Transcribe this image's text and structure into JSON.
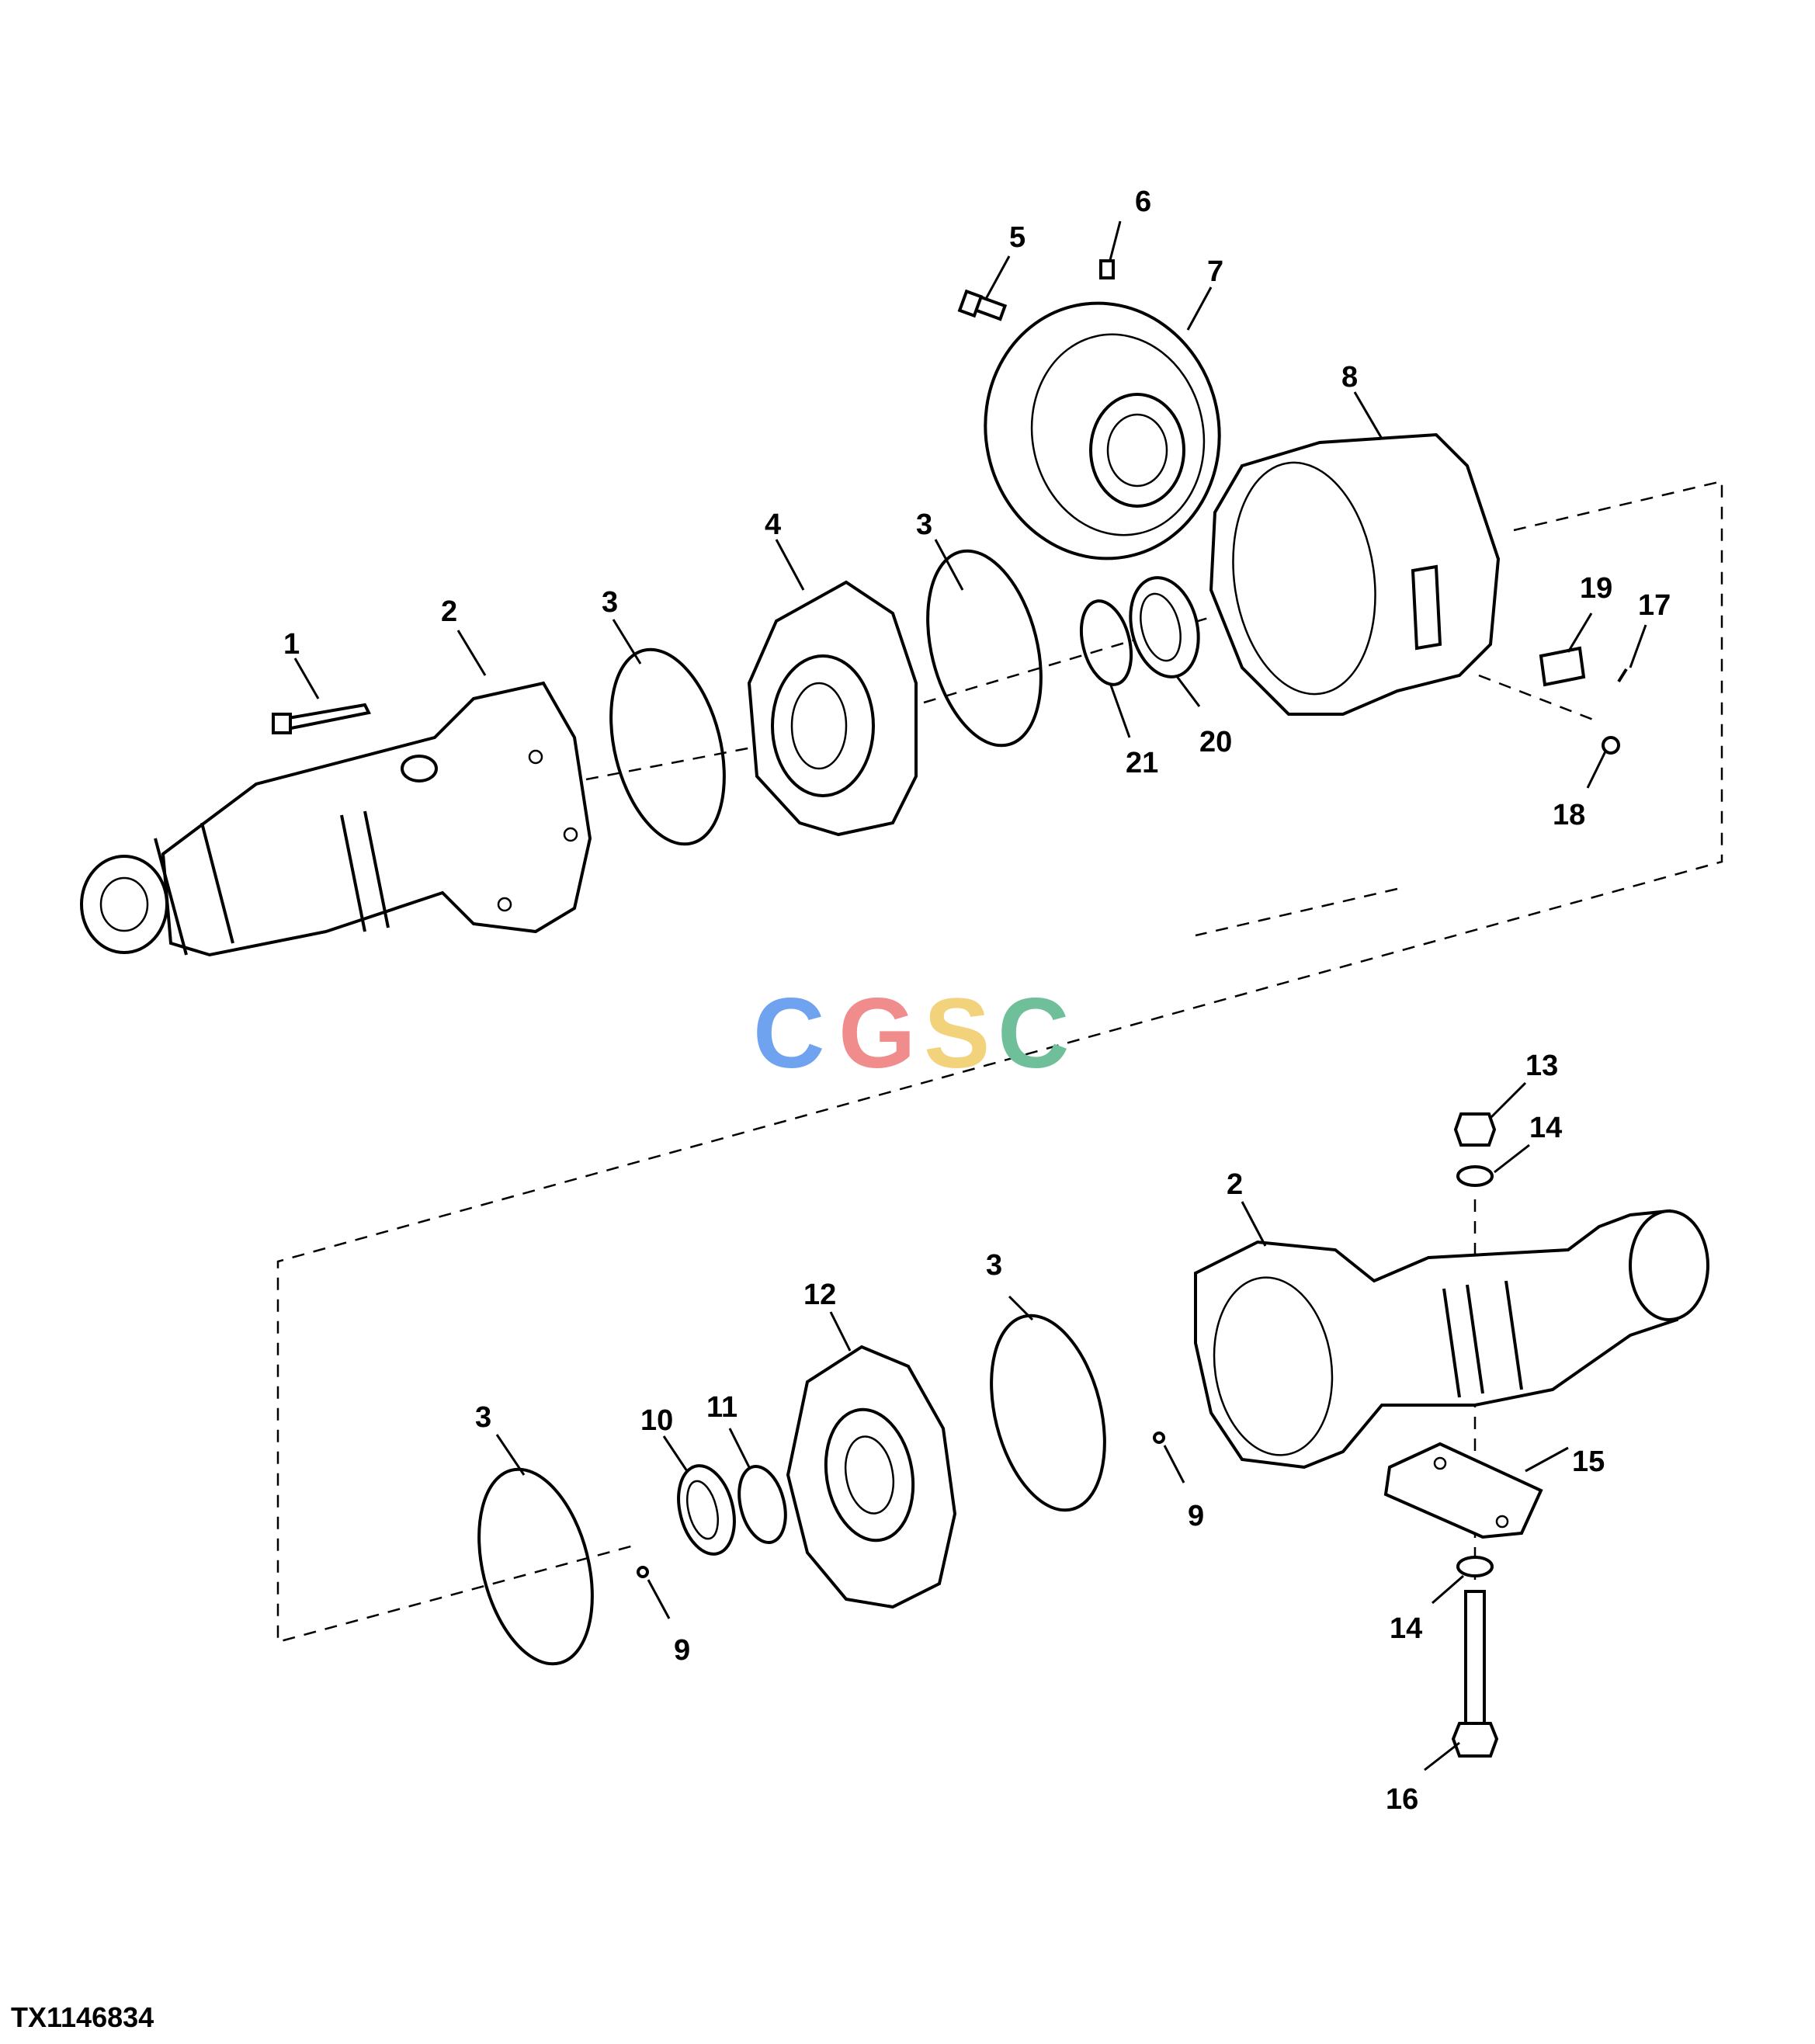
{
  "figure_id": "TX1146834",
  "watermark": {
    "letters": [
      "C",
      "G",
      "S",
      "C"
    ],
    "colors": [
      "#6fa3f0",
      "#f08c8c",
      "#f2d27a",
      "#6fbf9a"
    ]
  },
  "callouts": {
    "c1": "1",
    "c2a": "2",
    "c3a": "3",
    "c4": "4",
    "c3b": "3",
    "c5": "5",
    "c6": "6",
    "c7": "7",
    "c8": "8",
    "c19": "19",
    "c17": "17",
    "c18": "18",
    "c21": "21",
    "c20": "20",
    "c13": "13",
    "c14a": "14",
    "c2b": "2",
    "c12": "12",
    "c3c": "3",
    "c3d": "3",
    "c10": "10",
    "c11": "11",
    "c9a": "9",
    "c9b": "9",
    "c15": "15",
    "c14b": "14",
    "c16": "16"
  }
}
